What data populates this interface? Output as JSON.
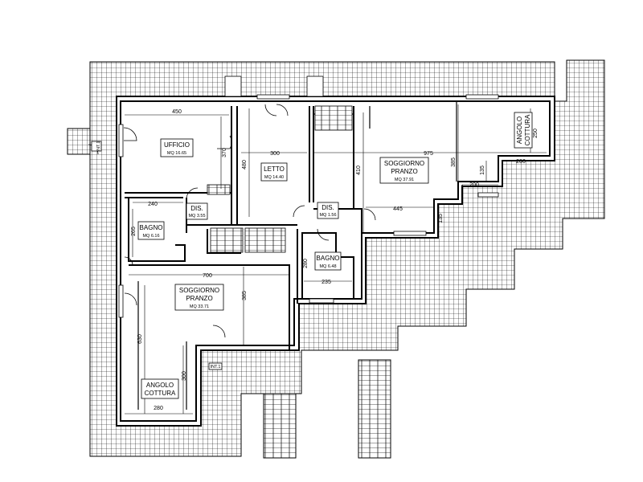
{
  "rooms": {
    "ufficio": {
      "name": "UFFICIO",
      "area": "MQ 16.65"
    },
    "letto": {
      "name": "LETTO",
      "area": "MQ 14.40"
    },
    "soggiorno_right": {
      "name_line1": "SOGGIORNO",
      "name_line2": "PRANZO",
      "area": "MQ 37.91"
    },
    "angolo_right": {
      "name_line1": "ANGOLO",
      "name_line2": "COTTURA"
    },
    "bagno_left": {
      "name": "BAGNO",
      "area": "MQ 6.16"
    },
    "dis_left": {
      "name": "DIS.",
      "area": "MQ 3.55"
    },
    "dis_right": {
      "name": "DIS.",
      "area": "MQ 1.56"
    },
    "bagno_right": {
      "name": "BAGNO",
      "area": "MQ 6.48"
    },
    "soggiorno_left": {
      "name_line1": "SOGGIORNO",
      "name_line2": "PRANZO",
      "area": "MQ 33.71"
    },
    "angolo_left": {
      "name_line1": "ANGOLO",
      "name_line2": "COTTURA"
    }
  },
  "dimensions": {
    "d450": "450",
    "d370": "370",
    "d480": "480",
    "d300": "300",
    "d975": "975",
    "d385a": "385",
    "d410": "410",
    "d200a": "200",
    "d250": "250",
    "d135a": "135",
    "d200b": "200",
    "d445": "445",
    "d135b": "135",
    "d240": "240",
    "d265": "265",
    "d700": "700",
    "d385b": "385",
    "d280a": "280",
    "d235": "235",
    "d630": "630",
    "d300b": "300",
    "d280b": "280"
  },
  "markers": {
    "int_left": "INT.1",
    "int_bottom": "INT.1"
  }
}
